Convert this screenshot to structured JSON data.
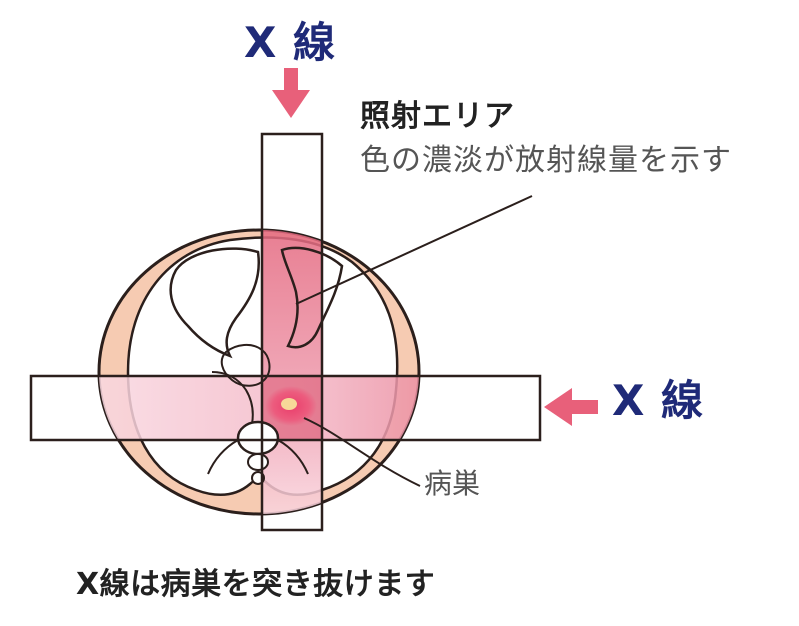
{
  "labels": {
    "xray_top": "X 線",
    "xray_right": "X 線",
    "area_title": "照射エリア",
    "area_desc": "色の濃淡が放射線量を示す",
    "lesion": "病巣",
    "caption": "X線は病巣を突き抜けます"
  },
  "colors": {
    "label_navy": "#1f2a78",
    "arrow_pink": "#e8607a",
    "body_outline": "#2b1f1c",
    "body_fill": "#f6cbb2",
    "interior_fill": "#ffffff",
    "beam_dark": "#e4687f",
    "beam_light": "#f6c8d3",
    "overlap": "#d94e6a",
    "lesion_core": "#f7d898",
    "lesion_glow": "#ea3d6b",
    "text_dark": "#222222",
    "text_gray": "#555555"
  },
  "icons": {
    "top_arrow": "arrow-down-icon",
    "right_arrow": "arrow-left-icon"
  }
}
